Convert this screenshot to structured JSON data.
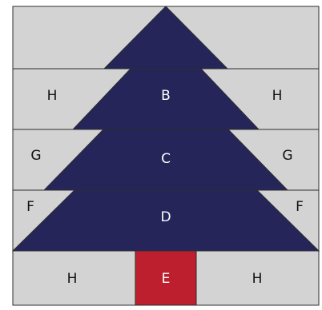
{
  "diagram": {
    "colors": {
      "background_gray": "#d3d3d3",
      "tree_navy": "#25255a",
      "trunk_red": "#be1f2e",
      "line_dark": "#2d2d2d",
      "text_dark": "#111111",
      "text_light": "#ffffff"
    },
    "labels": {
      "row1_left": "H",
      "row1_center": "B",
      "row1_right": "H",
      "row2_left": "G",
      "row2_center": "C",
      "row2_right": "G",
      "row3_left": "F",
      "row3_center": "D",
      "row3_right": "F",
      "row4_left": "H",
      "row4_center": "E",
      "row4_right": "H"
    }
  }
}
